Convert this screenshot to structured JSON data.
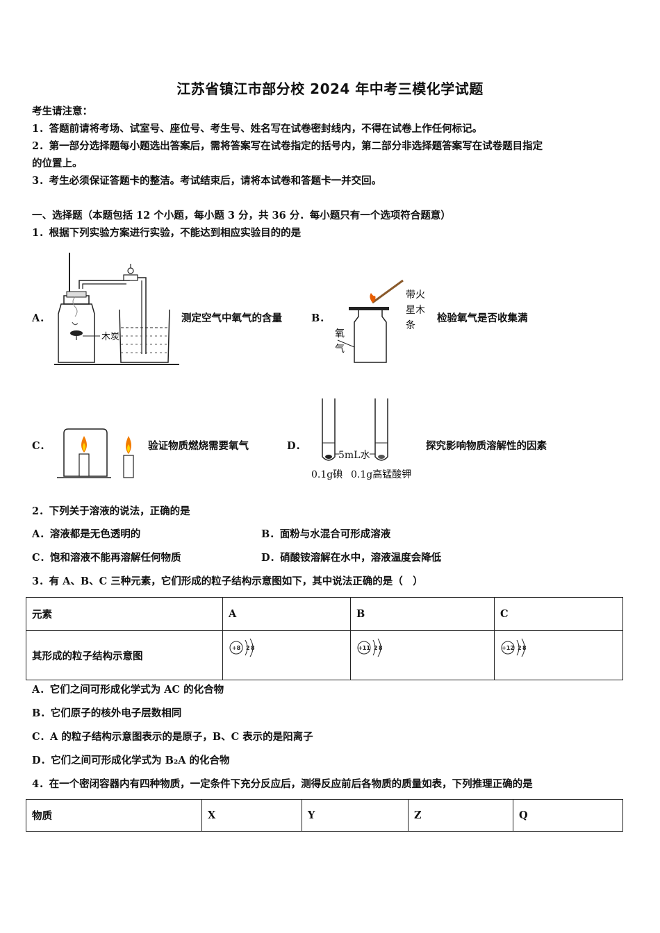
{
  "title": "江苏省镇江市部分校 2024 年中考三模化学试题",
  "notice": {
    "heading": "考生请注意：",
    "items": [
      "1．答题前请将考场、试室号、座位号、考生号、姓名写在试卷密封线内，不得在试卷上作任何标记。",
      "2．第一部分选择题每小题选出答案后，需将答案写在试卷指定的括号内，第二部分非选择题答案写在试卷题目指定",
      "的位置上。",
      "3．考生必须保证答题卡的整洁。考试结束后，请将本试卷和答题卡一并交回。"
    ]
  },
  "section1": "一、选择题（本题包括 12 个小题，每小题 3 分，共 36 分．每小题只有一个选项符合题意）",
  "q1": {
    "stem": "1．根据下列实验方案进行实验，不能达到相应实验目的的是",
    "options": [
      {
        "letter": "A．",
        "text": "测定空气中氧气的含量",
        "fig_label": "木炭"
      },
      {
        "letter": "B．",
        "text": "检验氧气是否收集满",
        "fig_labels": [
          "带火",
          "星木",
          "条",
          "氧",
          "气"
        ]
      },
      {
        "letter": "C．",
        "text": "验证物质燃烧需要氧气"
      },
      {
        "letter": "D．",
        "text": "探究影响物质溶解性的因素",
        "fig_labels": [
          "5mL水",
          "0.1g碘",
          "0.1g高锰酸钾"
        ]
      }
    ]
  },
  "q2": {
    "stem": "2．下列关于溶液的说法，正确的是",
    "options": [
      "A．溶液都是无色透明的",
      "B．面粉与水混合可形成溶液",
      "C．饱和溶液不能再溶解任何物质",
      "D．硝酸铵溶解在水中，溶液温度会降低"
    ]
  },
  "q3": {
    "stem": "3．有 A、B、C 三种元素，它们形成的粒子结构示意图如下，其中说法正确的是（　）",
    "table": {
      "headers": [
        "元素",
        "A",
        "B",
        "C"
      ],
      "row_label": "其形成的粒子结构示意图",
      "atoms": [
        {
          "nucleus": "+8",
          "shells": [
            "2",
            "8"
          ]
        },
        {
          "nucleus": "+11",
          "shells": [
            "2",
            "8"
          ]
        },
        {
          "nucleus": "+12",
          "shells": [
            "2",
            "8"
          ]
        }
      ]
    },
    "options": [
      "A．它们之间可形成化学式为 AC 的化合物",
      "B．它们原子的核外电子层数相同",
      "C．A 的粒子结构示意图表示的是原子，B、C 表示的是阳离子",
      "D．它们之间可形成化学式为 B₂A 的化合物"
    ]
  },
  "q4": {
    "stem": "4．在一个密闭容器内有四种物质，一定条件下充分反应后，测得反应前后各物质的质量如表，下列推理正确的是",
    "table_headers": [
      "物质",
      "X",
      "Y",
      "Z",
      "Q"
    ]
  }
}
